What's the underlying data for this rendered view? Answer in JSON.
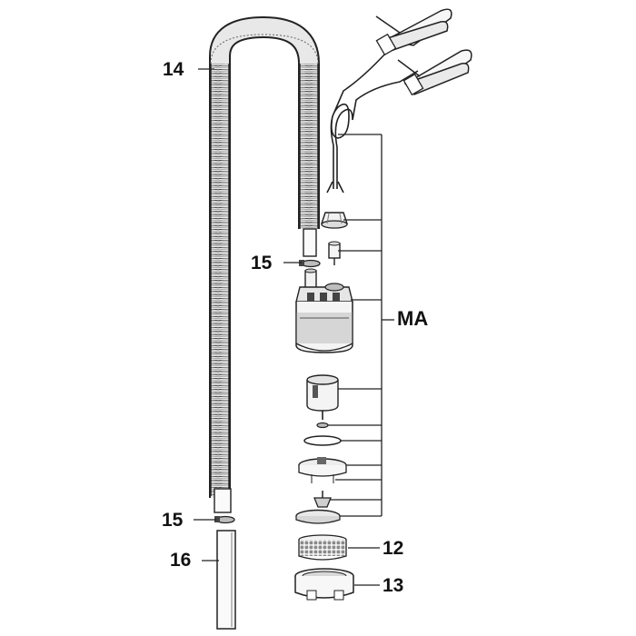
{
  "callouts": {
    "hose": "14",
    "clamp_top": "15",
    "pump_assembly": "MA",
    "clamp_bottom": "15",
    "pipe": "16",
    "strainer": "12",
    "base_ring": "13"
  },
  "colors": {
    "line": "#222222",
    "fill_light": "#f2f2f2",
    "fill_mid": "#cfcfcf",
    "fill_dark": "#555555"
  }
}
